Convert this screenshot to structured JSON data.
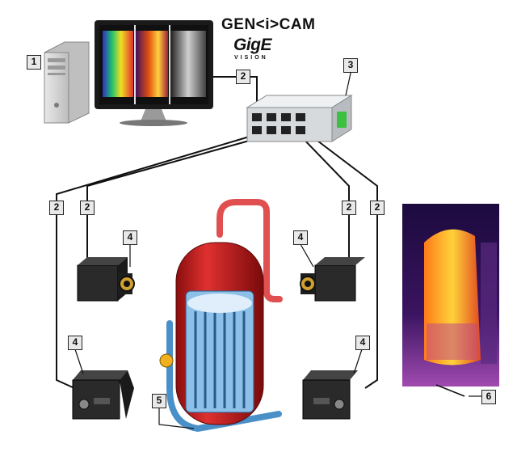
{
  "logos": {
    "genicam": "GEN<i>CAM",
    "gige": "GigE",
    "vision": "VISION"
  },
  "callouts": {
    "computer": "1",
    "cable_monitor": "2",
    "cable_left_outer": "2",
    "cable_left_inner": "2",
    "cable_right_inner": "2",
    "cable_right_outer": "2",
    "switch": "3",
    "camera_top_left": "4",
    "camera_top_right": "4",
    "camera_bottom_left": "4",
    "camera_bottom_right": "4",
    "reactor": "5",
    "thermal_image": "6"
  },
  "colors": {
    "cable": "#111111",
    "reactor_red": "#c81e1e",
    "reactor_blue": "#4a90c8",
    "camera_body": "#2a2a2a",
    "switch_body": "#d7dadd",
    "thermal_bg": "#2a0f5a"
  }
}
